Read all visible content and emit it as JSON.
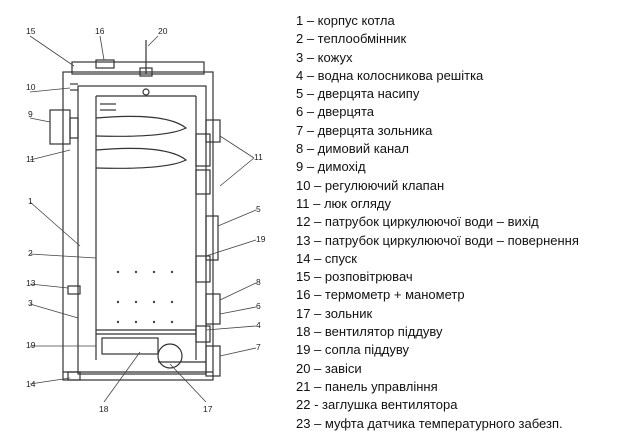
{
  "diagram": {
    "callouts": [
      "15",
      "16",
      "20",
      "10",
      "9",
      "11",
      "1",
      "2",
      "13",
      "3",
      "19",
      "14",
      "18",
      "17",
      "11",
      "5",
      "19",
      "8",
      "6",
      "4",
      "7"
    ]
  },
  "legend": [
    "1 – корпус котла",
    "2 – теплообмінник",
    "3 – кожух",
    "4 – водна колосникова решітка",
    "5 – дверцята насипу",
    "6 – дверцята",
    "7 – дверцята зольника",
    "8 – димовий канал",
    "9 – димохід",
    "10 – регулюючий клапан",
    "11 – люк огляду",
    "12 – патрубок циркулюючої води – вихід",
    "13 – патрубок циркулюючої води – повернення",
    "14 – спуск",
    "15 – розповітрювач",
    "16 – термометр + манометр",
    "17 – зольник",
    "18 – вентилятор піддуву",
    "19 – сопла піддуву",
    "20 – завіси",
    "21 – панель управління",
    "22 - заглушка вентилятора",
    "23 – муфта датчика температурного забезп."
  ]
}
